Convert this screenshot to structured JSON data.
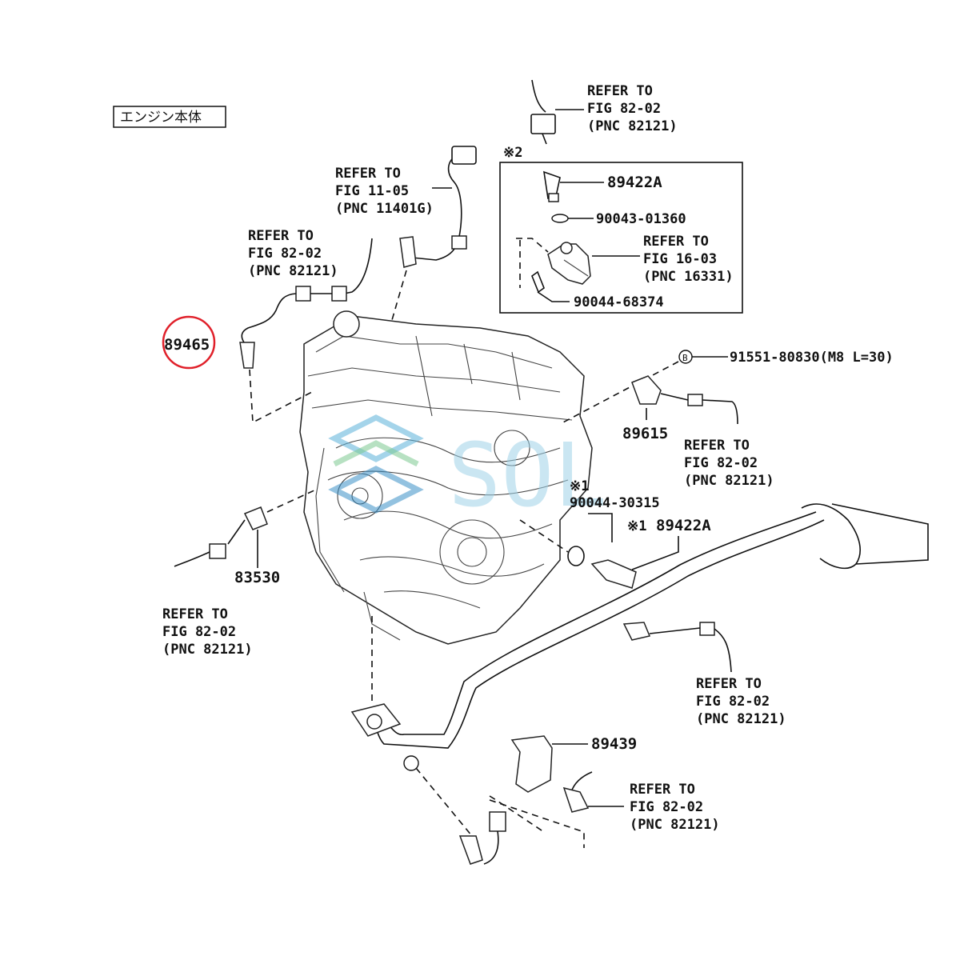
{
  "header": {
    "section_label": "エンジン本体"
  },
  "refs": {
    "r1": {
      "line1": "REFER TO",
      "line2": "FIG 82-02",
      "line3": "(PNC 82121)"
    },
    "r2": {
      "line1": "REFER TO",
      "line2": "FIG 11-05",
      "line3": "(PNC 11401G)"
    },
    "r3": {
      "line1": "REFER TO",
      "line2": "FIG 82-02",
      "line3": "(PNC 82121)"
    },
    "r4": {
      "line1": "REFER TO",
      "line2": "FIG 16-03",
      "line3": "(PNC 16331)"
    },
    "r5": {
      "line1": "REFER TO",
      "line2": "FIG 82-02",
      "line3": "(PNC 82121)"
    },
    "r6": {
      "line1": "REFER TO",
      "line2": "FIG 82-02",
      "line3": "(PNC 82121)"
    },
    "r7": {
      "line1": "REFER TO",
      "line2": "FIG 82-02",
      "line3": "(PNC 82121)"
    },
    "r8": {
      "line1": "REFER TO",
      "line2": "FIG 82-02",
      "line3": "(PNC 82121)"
    }
  },
  "parts": {
    "p89465": "89465",
    "p89422A_top": "89422A",
    "p90043": "90043-01360",
    "p90044_68374": "90044-68374",
    "p91551": "91551-80830(M8 L=30)",
    "p89615": "89615",
    "p90044_30315": "90044-30315",
    "p89422A_low": "89422A",
    "p83530": "83530",
    "p89439": "89439"
  },
  "marks": {
    "note2": "※2",
    "note1a": "※1",
    "note1b": "※1",
    "bolt_mark": "B"
  },
  "watermark": {
    "text": "SOL"
  },
  "highlight": {
    "color": "#e0202a",
    "part": "89465"
  }
}
